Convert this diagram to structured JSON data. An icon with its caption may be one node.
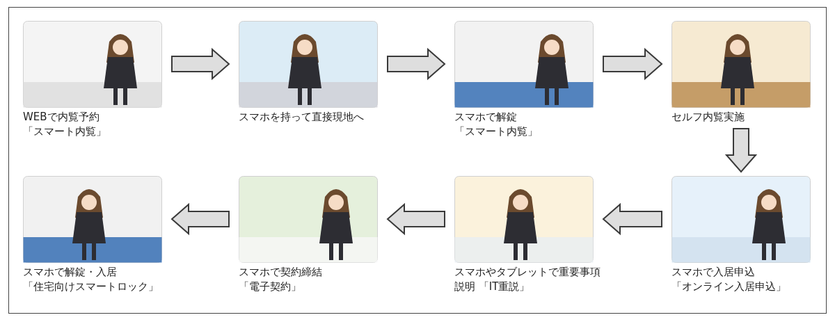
{
  "diagram": {
    "nodes": [
      {
        "text": [
          "WEBで内覧予約",
          "「スマート内覧」"
        ]
      },
      {
        "text": [
          "スマホを持って直接現地へ"
        ]
      },
      {
        "text": [
          "スマホで解錠",
          "「スマート内覧」"
        ]
      },
      {
        "text": [
          "セルフ内覧実施"
        ]
      },
      {
        "text": [
          "スマホで入居申込",
          "「オンライン入居申込」"
        ]
      },
      {
        "text": [
          "スマホやタブレットで重要事項説明 「IT重説」"
        ]
      },
      {
        "text": [
          "スマホで契約締結",
          "「電子契約」"
        ]
      },
      {
        "text": [
          "スマホで解錠・入居",
          "「住宅向けスマートロック」"
        ]
      }
    ],
    "edges": [
      {
        "from": 0,
        "to": 1,
        "arrow": "to"
      },
      {
        "from": 1,
        "to": 2,
        "arrow": "to"
      },
      {
        "from": 2,
        "to": 3,
        "arrow": "to"
      },
      {
        "from": 3,
        "to": 4,
        "arrow": "to"
      },
      {
        "from": 4,
        "to": 5,
        "arrow": "to"
      },
      {
        "from": 5,
        "to": 6,
        "arrow": "to"
      },
      {
        "from": 6,
        "to": 7,
        "arrow": "to"
      }
    ]
  }
}
